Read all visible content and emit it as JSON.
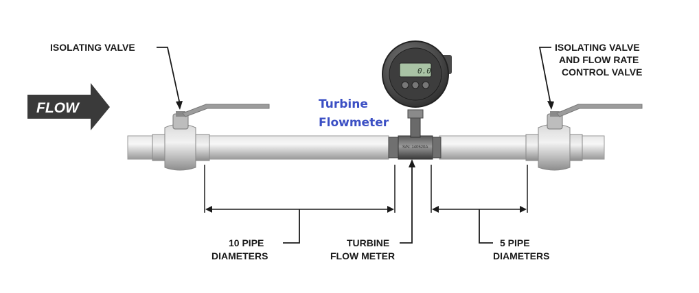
{
  "labels": {
    "flow": "FLOW",
    "isolating_valve_left": "ISOLATING VALVE",
    "isolating_valve_right_line1": "ISOLATING VALVE",
    "isolating_valve_right_line2": "AND FLOW RATE",
    "isolating_valve_right_line3": "CONTROL VALVE",
    "turbine_flowmeter_line1": "Turbine",
    "turbine_flowmeter_line2": "Flowmeter",
    "upstream_line1": "10 PIPE",
    "upstream_line2": "DIAMETERS",
    "meter_line1": "TURBINE",
    "meter_line2": "FLOW METER",
    "downstream_line1": "5 PIPE",
    "downstream_line2": "DIAMETERS",
    "meter_serial": "S/N: 140520A",
    "display_reading": "0.0"
  },
  "colors": {
    "arrow": "#3a3a3a",
    "pipe": "#c9c9c9",
    "accent_blue": "#3b4fc4",
    "lcd": "#a9c3a5"
  }
}
